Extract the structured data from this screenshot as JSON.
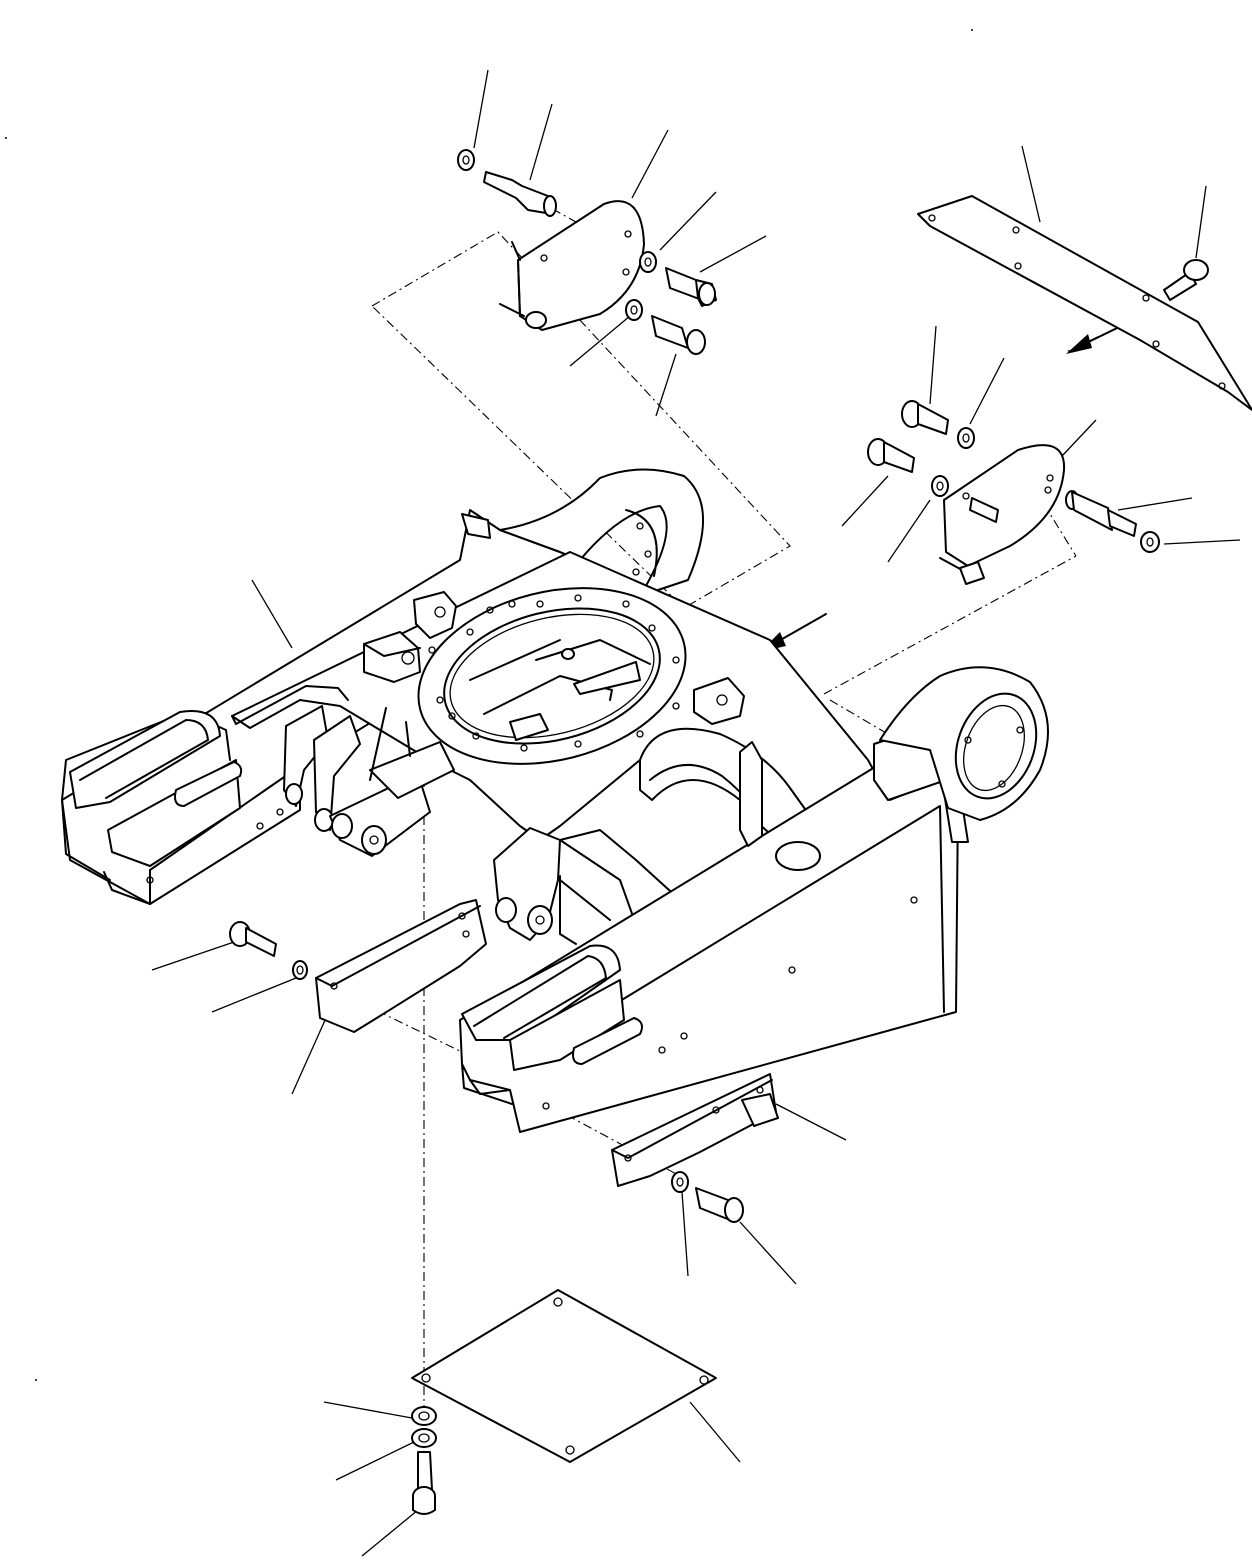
{
  "figure": {
    "kind": "exploded-parts-diagram",
    "labels_printed": false,
    "stroke_color": "#000000",
    "background_color": "#ffffff",
    "components": [
      {
        "id": "track-frame",
        "icon": "undercarriage-frame"
      },
      {
        "id": "swing-circle-mount",
        "icon": "bearing-ring"
      },
      {
        "id": "cover-plate-upper-left",
        "icon": "cover-plate"
      },
      {
        "id": "cover-plate-right",
        "icon": "cover-plate"
      },
      {
        "id": "guard-plate-top-right",
        "icon": "guard-plate"
      },
      {
        "id": "bracket-lower-left",
        "icon": "bracket"
      },
      {
        "id": "bracket-lower-right",
        "icon": "bracket"
      },
      {
        "id": "bottom-cover-plate",
        "icon": "cover-plate"
      },
      {
        "id": "bolts",
        "icon": "bolt"
      },
      {
        "id": "washers",
        "icon": "washer"
      },
      {
        "id": "spacers",
        "icon": "spacer"
      }
    ]
  }
}
